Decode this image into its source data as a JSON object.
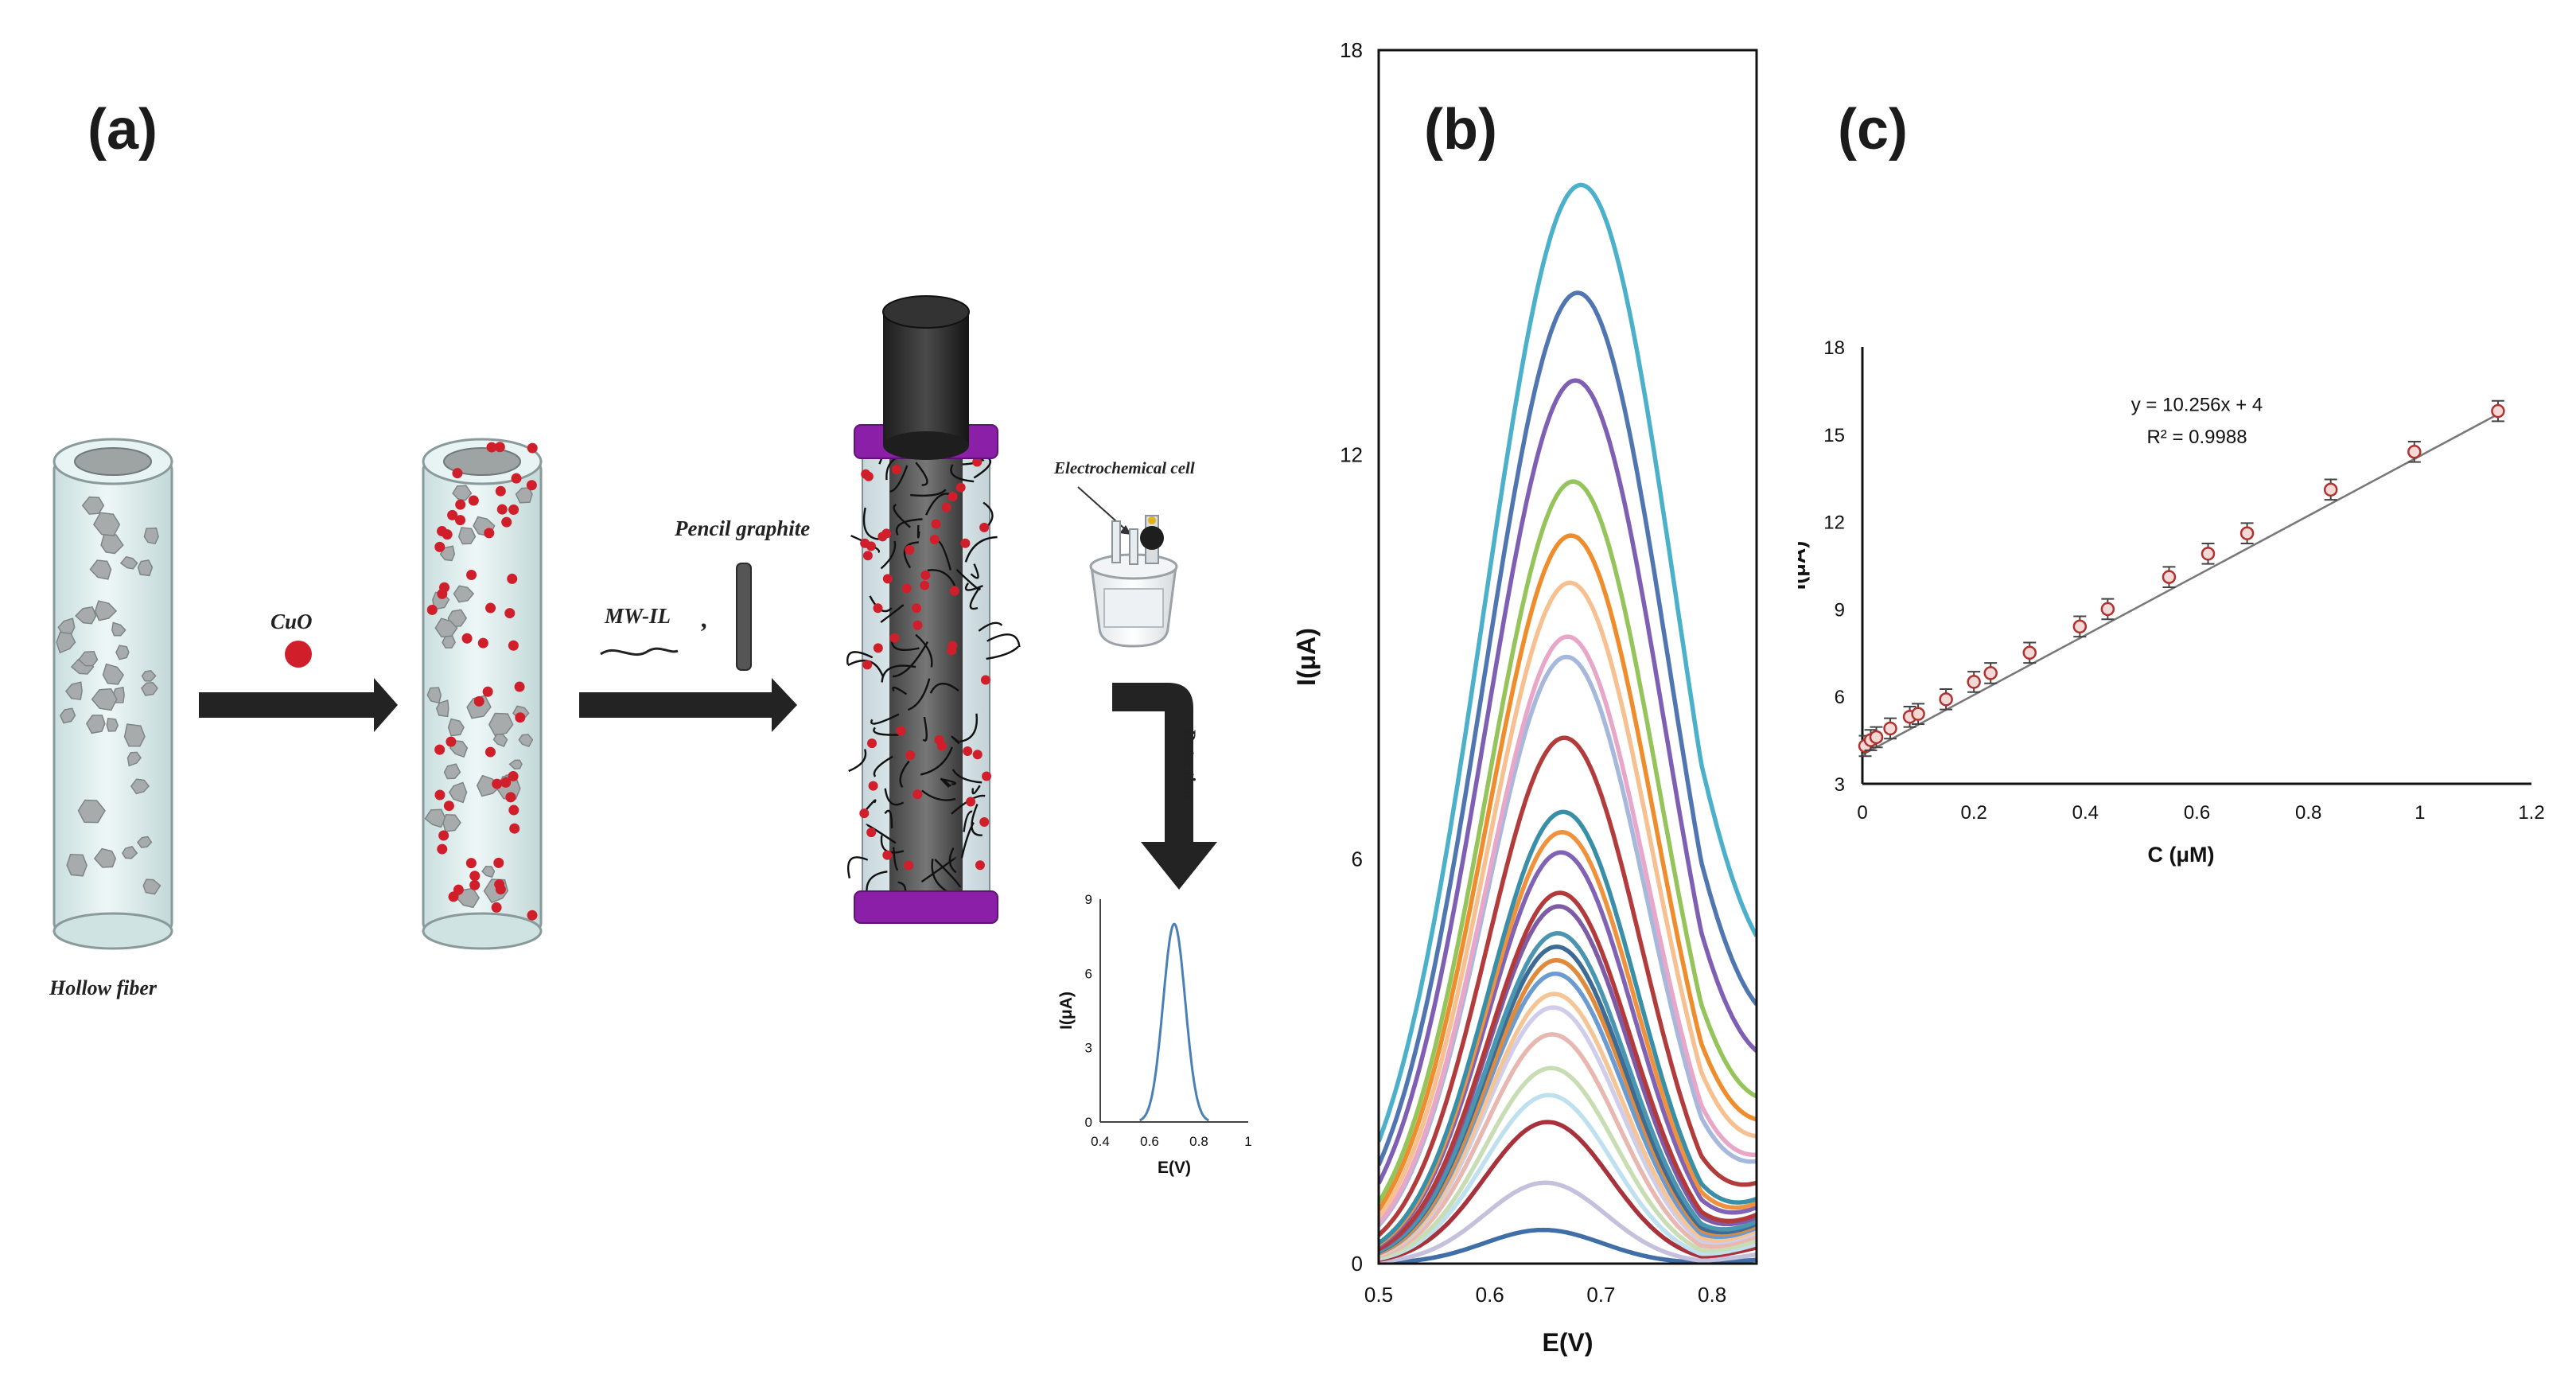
{
  "panels": {
    "a": "(a)",
    "b": "(b)",
    "c": "(c)"
  },
  "scheme": {
    "hollow_fiber_label": "Hollow fiber",
    "cuo_label": "CuO",
    "mwil_label": "MW-IL",
    "mwil_comma": ",",
    "pencil_label": "Pencil graphite",
    "cell_label": "Electrochemical cell",
    "detection_label": "Detection",
    "colors": {
      "fiber_fill": "#dfeeee",
      "fiber_stroke": "#8a9a9a",
      "pore": "#a8abab",
      "particle": "#d01f2a",
      "arrow": "#232323",
      "electrode_top": "#2b2b2b",
      "electrode_band": "#8b1fa8",
      "inset_curve": "#4a7fb8"
    },
    "inset_plot": {
      "xlabel": "E(V)",
      "ylabel": "I(μA)",
      "x_ticks": [
        "0.4",
        "0.6",
        "0.8",
        "1"
      ],
      "y_ticks": [
        "0",
        "3",
        "6",
        "9"
      ],
      "xlim": [
        0.4,
        1.0
      ],
      "ylim": [
        0,
        9
      ],
      "peak_center": 0.7,
      "peak_height": 8.0,
      "peak_width": 0.045
    }
  },
  "chart_data": [
    {
      "type": "line",
      "xlabel": "E(V)",
      "ylabel": "I(μA)",
      "xlim": [
        0.5,
        0.84
      ],
      "ylim": [
        0,
        18
      ],
      "x_ticks": [
        "0.5",
        "0.6",
        "0.7",
        "0.8"
      ],
      "y_ticks": [
        "0",
        "6",
        "12",
        "18"
      ],
      "grid": false,
      "peak_curves": [
        {
          "peak": 0.5,
          "center": 0.648,
          "color": "#3f6fa6"
        },
        {
          "peak": 1.2,
          "center": 0.65,
          "color": "#c5c0dc"
        },
        {
          "peak": 2.1,
          "center": 0.652,
          "color": "#a8323c"
        },
        {
          "peak": 2.5,
          "center": 0.653,
          "color": "#bfe0ee"
        },
        {
          "peak": 2.9,
          "center": 0.655,
          "color": "#c8ddb4"
        },
        {
          "peak": 3.4,
          "center": 0.656,
          "color": "#e8b7b0"
        },
        {
          "peak": 3.8,
          "center": 0.657,
          "color": "#d0cdea"
        },
        {
          "peak": 4.0,
          "center": 0.658,
          "color": "#f5c596"
        },
        {
          "peak": 4.3,
          "center": 0.659,
          "color": "#6b9bd1"
        },
        {
          "peak": 4.5,
          "center": 0.66,
          "color": "#e08a3b"
        },
        {
          "peak": 4.7,
          "center": 0.66,
          "color": "#3d6b93"
        },
        {
          "peak": 4.9,
          "center": 0.661,
          "color": "#4a95b0"
        },
        {
          "peak": 5.3,
          "center": 0.662,
          "color": "#7d5ba6"
        },
        {
          "peak": 5.5,
          "center": 0.663,
          "color": "#b33a3a"
        },
        {
          "peak": 6.1,
          "center": 0.664,
          "color": "#8063b5"
        },
        {
          "peak": 6.4,
          "center": 0.665,
          "color": "#f0923c"
        },
        {
          "peak": 6.7,
          "center": 0.666,
          "color": "#3a8fa8"
        },
        {
          "peak": 7.8,
          "center": 0.667,
          "color": "#b23b3b"
        },
        {
          "peak": 9.0,
          "center": 0.669,
          "color": "#a7b8dd"
        },
        {
          "peak": 9.3,
          "center": 0.67,
          "color": "#e8a7c8"
        },
        {
          "peak": 10.1,
          "center": 0.672,
          "color": "#f7c091"
        },
        {
          "peak": 10.8,
          "center": 0.673,
          "color": "#ef8c2c"
        },
        {
          "peak": 11.6,
          "center": 0.675,
          "color": "#94c45a"
        },
        {
          "peak": 13.1,
          "center": 0.677,
          "color": "#7f5fb3"
        },
        {
          "peak": 14.4,
          "center": 0.679,
          "color": "#4f76b0"
        },
        {
          "peak": 16.0,
          "center": 0.682,
          "color": "#4bb0c9"
        }
      ]
    },
    {
      "type": "scatter",
      "xlabel": "C (μM)",
      "ylabel": "I(μA)",
      "xlim": [
        0,
        1.2
      ],
      "ylim": [
        3,
        18
      ],
      "x_ticks": [
        "0",
        "0.2",
        "0.4",
        "0.6",
        "0.8",
        "1",
        "1.2"
      ],
      "y_ticks": [
        "3",
        "6",
        "9",
        "12",
        "15",
        "18"
      ],
      "equation": "y = 10.256x + 4",
      "r2": "R² = 0.9988",
      "fit": {
        "slope": 10.256,
        "intercept": 4.0
      },
      "grid": false,
      "points": [
        {
          "x": 0.005,
          "y": 4.3
        },
        {
          "x": 0.015,
          "y": 4.5
        },
        {
          "x": 0.025,
          "y": 4.6
        },
        {
          "x": 0.05,
          "y": 4.9
        },
        {
          "x": 0.085,
          "y": 5.3
        },
        {
          "x": 0.1,
          "y": 5.4
        },
        {
          "x": 0.15,
          "y": 5.9
        },
        {
          "x": 0.2,
          "y": 6.5
        },
        {
          "x": 0.23,
          "y": 6.8
        },
        {
          "x": 0.3,
          "y": 7.5
        },
        {
          "x": 0.39,
          "y": 8.4
        },
        {
          "x": 0.44,
          "y": 9.0
        },
        {
          "x": 0.55,
          "y": 10.1
        },
        {
          "x": 0.62,
          "y": 10.9
        },
        {
          "x": 0.69,
          "y": 11.6
        },
        {
          "x": 0.84,
          "y": 13.1
        },
        {
          "x": 0.99,
          "y": 14.4
        },
        {
          "x": 1.14,
          "y": 15.8
        }
      ],
      "marker_color": "#b0312e",
      "error": 0.35
    }
  ]
}
